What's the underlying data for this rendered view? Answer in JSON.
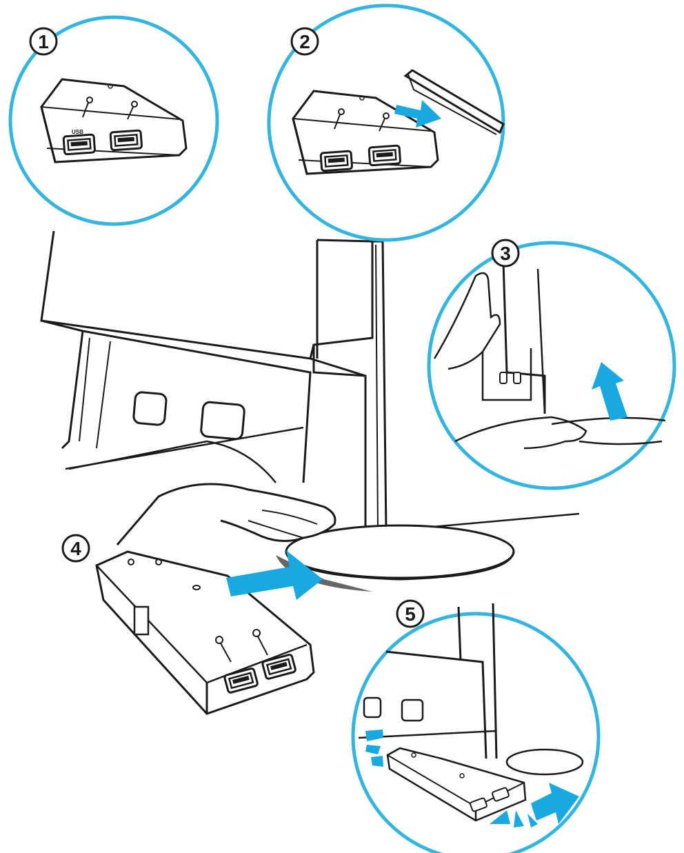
{
  "palette": {
    "ring": "#33b5e0",
    "arrow": "#1aa8e0",
    "line": "#1a1a1a",
    "fill": "#ffffff",
    "shadow": "#666666"
  },
  "steps": [
    {
      "number": "1",
      "content": "usb-hub-closeup"
    },
    {
      "number": "2",
      "content": "cover-removal"
    },
    {
      "number": "3",
      "content": "lift-monitor"
    },
    {
      "number": "4",
      "content": "slide-hub-under-base"
    },
    {
      "number": "5",
      "content": "hub-installed"
    }
  ],
  "port_label": "USB"
}
